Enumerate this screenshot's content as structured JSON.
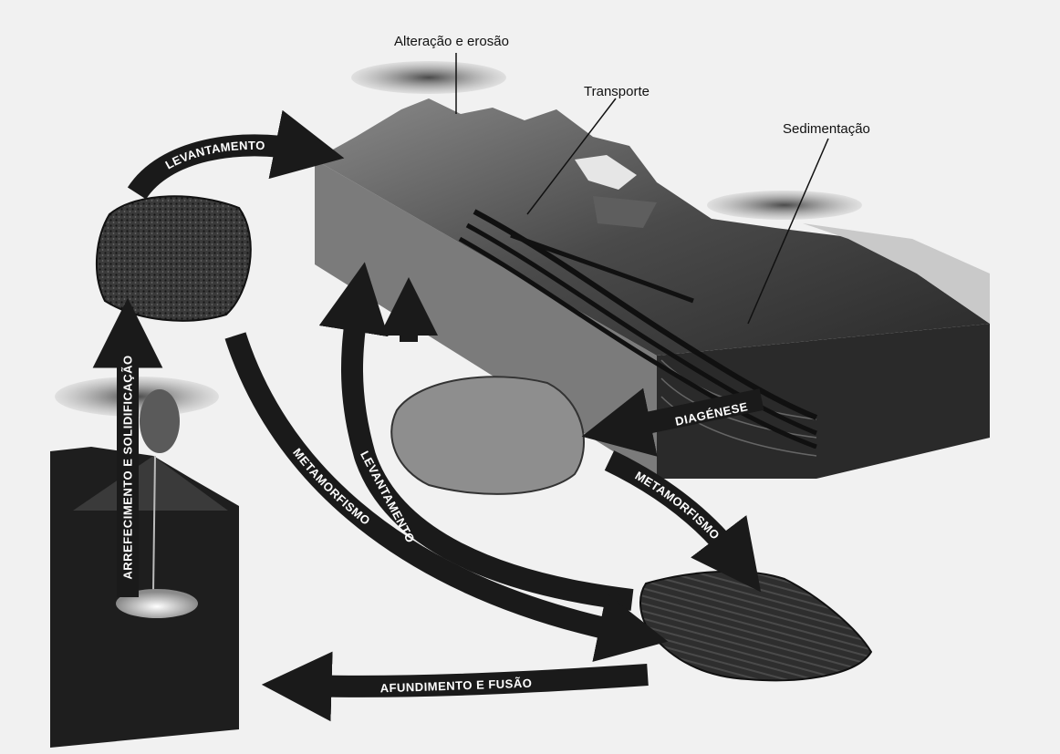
{
  "diagram": {
    "callouts": {
      "weathering": "Alteração e erosão",
      "transport": "Transporte",
      "sedimentation": "Sedimentação"
    },
    "arrows": {
      "uplift_top": "LEVANTAMENTO",
      "cooling": "ARREFECIMENTO E SOLIDIFICAÇÃO",
      "diagenesis": "DIAGÉNESE",
      "metamorphism_right": "METAMORFISMO",
      "uplift_middle": "LEVANTAMENTO",
      "metamorphism_left": "METAMORFISMO",
      "subduction_melting": "AFUNDIMENTO E FUSÃO"
    }
  }
}
